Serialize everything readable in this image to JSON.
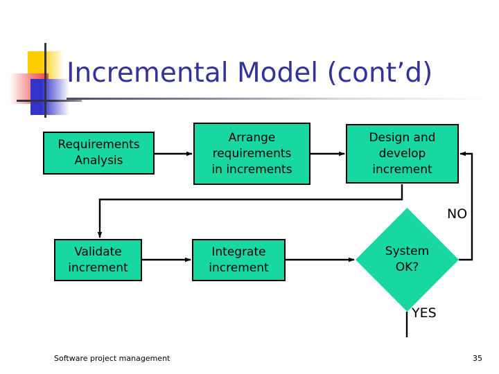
{
  "slide": {
    "title": "Incremental Model (cont’d)",
    "title_color": "#333399",
    "background": "#ffffff"
  },
  "logo": {
    "yellow_color": "#FFCC00",
    "red_color": "#EE4444",
    "blue_color": "#3333CC",
    "crosshair_color": "#333344"
  },
  "flowchart": {
    "node_fill": "#18D7A0",
    "node_border": "#000000",
    "connector_color": "#000000",
    "nodes": [
      {
        "id": "requirements-analysis",
        "label": "Requirements\nAnalysis",
        "shape": "rect"
      },
      {
        "id": "arrange-requirements",
        "label": "Arrange\nrequirements\nin increments",
        "shape": "rect"
      },
      {
        "id": "design-develop",
        "label": "Design and\ndevelop\nincrement",
        "shape": "rect"
      },
      {
        "id": "validate-increment",
        "label": "Validate\nincrement",
        "shape": "rect"
      },
      {
        "id": "integrate-increment",
        "label": "Integrate\nincrement",
        "shape": "rect"
      },
      {
        "id": "system-ok",
        "label": "System\nOK?",
        "shape": "diamond"
      }
    ],
    "edge_labels": {
      "no": "NO",
      "yes": "YES"
    }
  },
  "footer": {
    "text": "Software project management",
    "page_number": "35"
  }
}
